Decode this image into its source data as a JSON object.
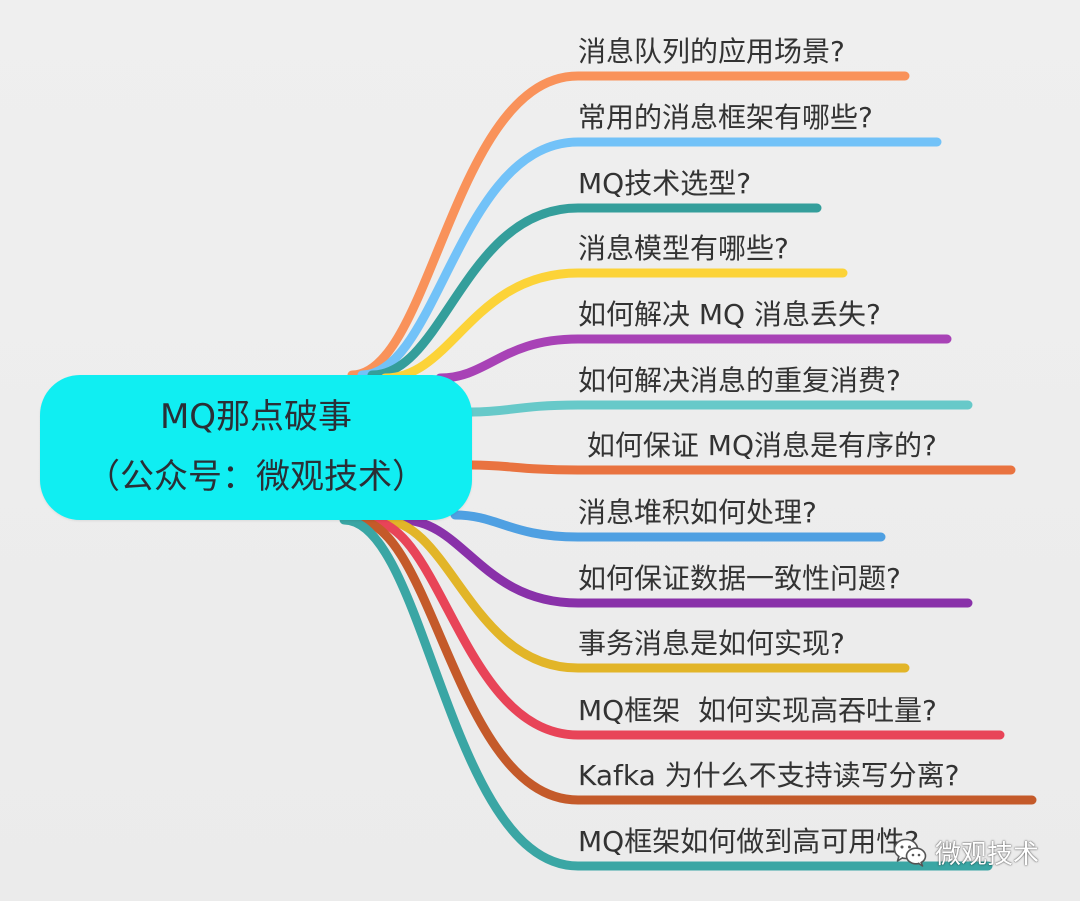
{
  "root": {
    "title": "MQ那点破事",
    "subtitle": "（公众号：微观技术）",
    "color": "#10EEF2"
  },
  "branches": [
    {
      "label": "消息队列的应用场景?",
      "color": "#F9925A"
    },
    {
      "label": "常用的消息框架有哪些?",
      "color": "#72C2F8"
    },
    {
      "label": "MQ技术选型?",
      "color": "#349E9B"
    },
    {
      "label": "消息模型有哪些?",
      "color": "#FCD338"
    },
    {
      "label": "如何解决 MQ 消息丢失?",
      "color": "#A842B6"
    },
    {
      "label": "如何解决消息的重复消费?",
      "color": "#67C9C9"
    },
    {
      "label": " 如何保证 MQ消息是有序的?",
      "color": "#E97340"
    },
    {
      "label": "消息堆积如何处理?",
      "color": "#4FA0E2"
    },
    {
      "label": "如何保证数据一致性问题?",
      "color": "#8931A9"
    },
    {
      "label": "事务消息是如何实现?",
      "color": "#E2B528"
    },
    {
      "label": "MQ框架  如何实现高吞吐量?",
      "color": "#E84458"
    },
    {
      "label": "Kafka 为什么不支持读写分离?",
      "color": "#C45A2A"
    },
    {
      "label": "MQ框架如何做到高可用性?",
      "color": "#3AA6A4"
    }
  ],
  "watermark": {
    "text": "微观技术",
    "icon": "wechat-icon"
  }
}
